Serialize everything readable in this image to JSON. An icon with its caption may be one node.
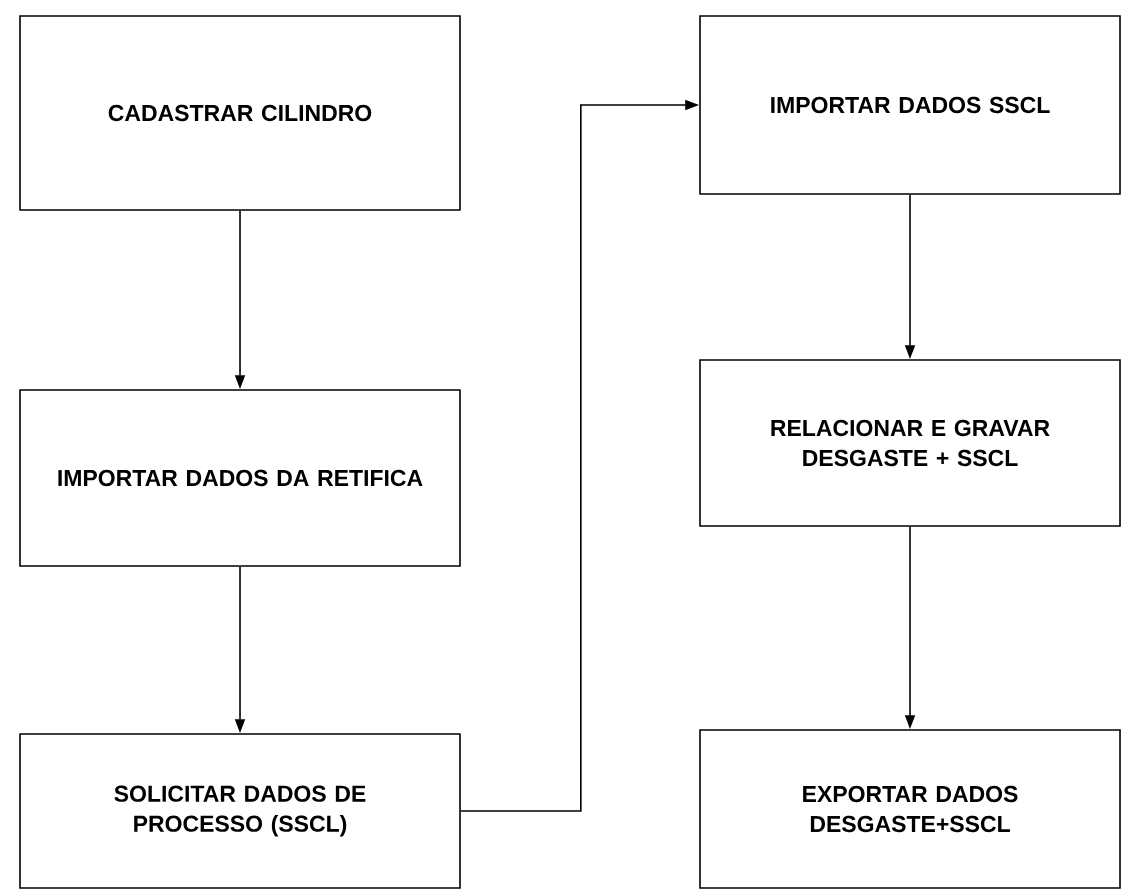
{
  "diagram": {
    "nodes": [
      {
        "text": [
          "CADASTRAR CILINDRO"
        ]
      },
      {
        "text": [
          "IMPORTAR DADOS DA RETIFICA"
        ]
      },
      {
        "text": [
          "SOLICITAR DADOS DE PROCESSO (SSCL)"
        ]
      },
      {
        "text": [
          "IMPORTAR DADOS SSCL"
        ]
      },
      {
        "text": [
          "RELACIONAR E GRAVAR DESGASTE + SSCL"
        ]
      },
      {
        "text": [
          "EXPORTAR DADOS DESGASTE+SSCL"
        ]
      }
    ],
    "edges": [
      {
        "from": 0,
        "to": 1,
        "arrow": "to"
      },
      {
        "from": 1,
        "to": 2,
        "arrow": "to"
      },
      {
        "from": 2,
        "to": 3,
        "arrow": "to"
      },
      {
        "from": 3,
        "to": 4,
        "arrow": "to"
      },
      {
        "from": 4,
        "to": 5,
        "arrow": "to"
      }
    ]
  }
}
